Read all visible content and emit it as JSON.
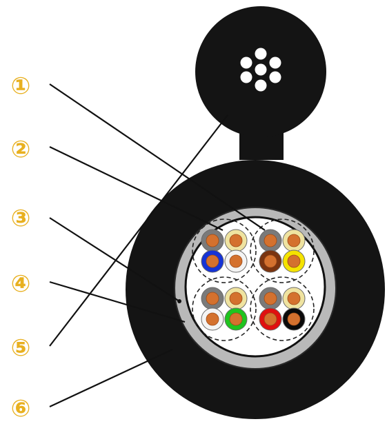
{
  "diagram": {
    "callouts": [
      {
        "label": "①"
      },
      {
        "label": "②"
      },
      {
        "label": "③"
      },
      {
        "label": "④"
      },
      {
        "label": "⑤"
      },
      {
        "label": "⑥"
      }
    ],
    "colors": {
      "callout_text": "#E8B020",
      "sheath": "#141414",
      "jacket_ring": "#B9B9B9",
      "core_fill": "#FFFFFF",
      "fiber_inner": "#D4712E"
    },
    "tubes": [
      {
        "fibers": [
          {
            "color": "#7A7A7A"
          },
          {
            "color": "#EFE3A0"
          },
          {
            "color": "#1533D6"
          },
          {
            "color": "#F4F4F4"
          }
        ]
      },
      {
        "fibers": [
          {
            "color": "#7A7A7A"
          },
          {
            "color": "#EFE3A0"
          },
          {
            "color": "#7A3410"
          },
          {
            "color": "#F5E300"
          }
        ]
      },
      {
        "fibers": [
          {
            "color": "#7A7A7A"
          },
          {
            "color": "#EFE3A0"
          },
          {
            "color": "#F4F4F4"
          },
          {
            "color": "#1FC41F"
          }
        ]
      },
      {
        "fibers": [
          {
            "color": "#7A7A7A"
          },
          {
            "color": "#EFE3A0"
          },
          {
            "color": "#E01010"
          },
          {
            "color": "#0A0A0A"
          }
        ]
      }
    ]
  }
}
